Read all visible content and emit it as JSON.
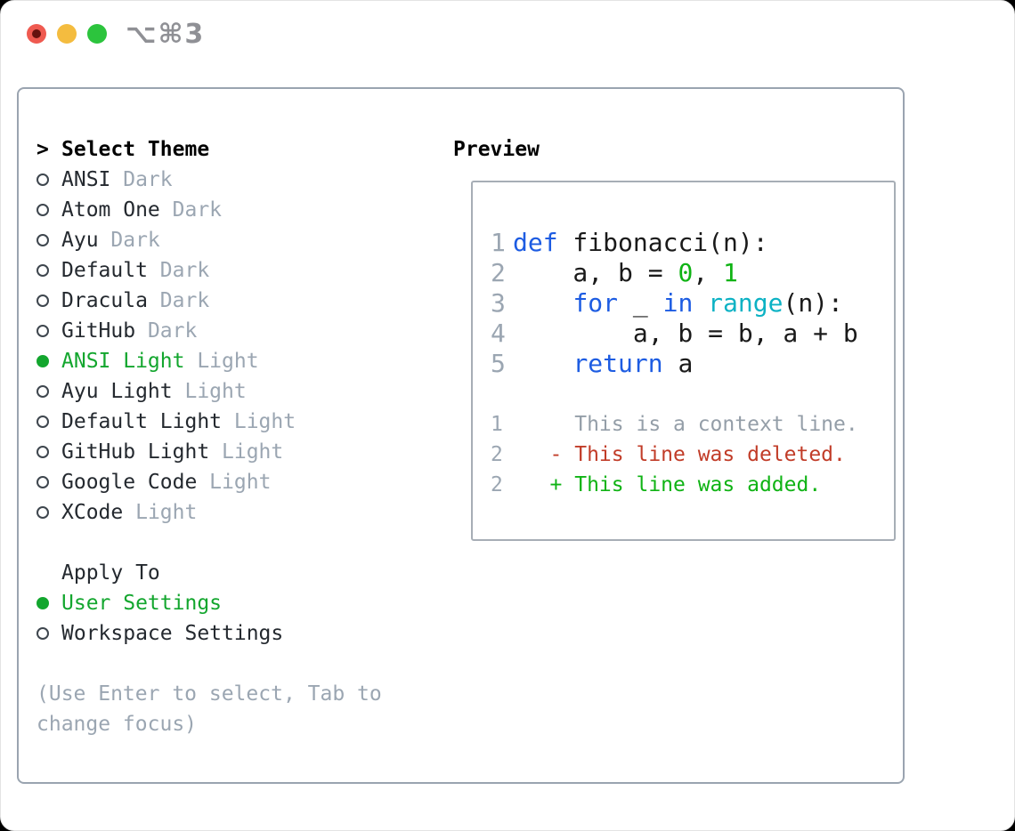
{
  "window": {
    "title": "⌥⌘3",
    "traffic_lights": {
      "close": "close-button",
      "minimize": "minimize-button",
      "zoom": "zoom-button"
    }
  },
  "theme_selector": {
    "prompt": ">",
    "header": "Select Theme",
    "items": [
      {
        "label": "ANSI",
        "variant": "Dark",
        "selected": false
      },
      {
        "label": "Atom One",
        "variant": "Dark",
        "selected": false
      },
      {
        "label": "Ayu",
        "variant": "Dark",
        "selected": false
      },
      {
        "label": "Default",
        "variant": "Dark",
        "selected": false
      },
      {
        "label": "Dracula",
        "variant": "Dark",
        "selected": false
      },
      {
        "label": "GitHub",
        "variant": "Dark",
        "selected": false
      },
      {
        "label": "ANSI Light",
        "variant": "Light",
        "selected": true
      },
      {
        "label": "Ayu Light",
        "variant": "Light",
        "selected": false
      },
      {
        "label": "Default Light",
        "variant": "Light",
        "selected": false
      },
      {
        "label": "GitHub Light",
        "variant": "Light",
        "selected": false
      },
      {
        "label": "Google Code",
        "variant": "Light",
        "selected": false
      },
      {
        "label": "XCode",
        "variant": "Light",
        "selected": false
      }
    ]
  },
  "apply_to": {
    "header": "Apply To",
    "options": [
      {
        "label": "User Settings",
        "selected": true
      },
      {
        "label": "Workspace Settings",
        "selected": false
      }
    ]
  },
  "hint": "(Use Enter to select, Tab to change focus)",
  "preview": {
    "header": "Preview",
    "code_lines": [
      {
        "num": "1",
        "segments": [
          {
            "t": "def",
            "c": "keyword"
          },
          {
            "t": " fibonacci(n):",
            "c": "plain"
          }
        ]
      },
      {
        "num": "2",
        "segments": [
          {
            "t": "    a, b = ",
            "c": "plain"
          },
          {
            "t": "0",
            "c": "number"
          },
          {
            "t": ", ",
            "c": "plain"
          },
          {
            "t": "1",
            "c": "number"
          }
        ]
      },
      {
        "num": "3",
        "segments": [
          {
            "t": "    ",
            "c": "plain"
          },
          {
            "t": "for",
            "c": "keyword"
          },
          {
            "t": " _ ",
            "c": "plain"
          },
          {
            "t": "in",
            "c": "keyword"
          },
          {
            "t": " ",
            "c": "plain"
          },
          {
            "t": "range",
            "c": "function"
          },
          {
            "t": "(n):",
            "c": "plain"
          }
        ]
      },
      {
        "num": "4",
        "segments": [
          {
            "t": "        a, b = b, a + b",
            "c": "plain"
          }
        ]
      },
      {
        "num": "5",
        "segments": [
          {
            "t": "    ",
            "c": "plain"
          },
          {
            "t": "return",
            "c": "keyword"
          },
          {
            "t": " a",
            "c": "plain"
          }
        ]
      }
    ],
    "diff_lines": [
      {
        "num": "1",
        "text": "     This is a context line.",
        "kind": "context"
      },
      {
        "num": "2",
        "text": "   - This line was deleted.",
        "kind": "deleted"
      },
      {
        "num": "2",
        "text": "   + This line was added.",
        "kind": "added"
      }
    ]
  },
  "colors": {
    "window_bg": "#ffffff",
    "panel_border": "#9aa4b0",
    "preview_border": "#a7aeb6",
    "text_dark": "#24292f",
    "muted": "#9ba6b2",
    "green_ui": "#13a62e",
    "green_code": "#0fb314",
    "cyan": "#0cb2c4",
    "red": "#c13c28",
    "blue": "#1d5ce2",
    "context_gray": "#949ea8",
    "title_gray": "#8f9095",
    "light_red": "#ef5a50",
    "light_red_dot": "#66120e",
    "light_yellow": "#f4bc3f",
    "light_green": "#2cc43d"
  }
}
